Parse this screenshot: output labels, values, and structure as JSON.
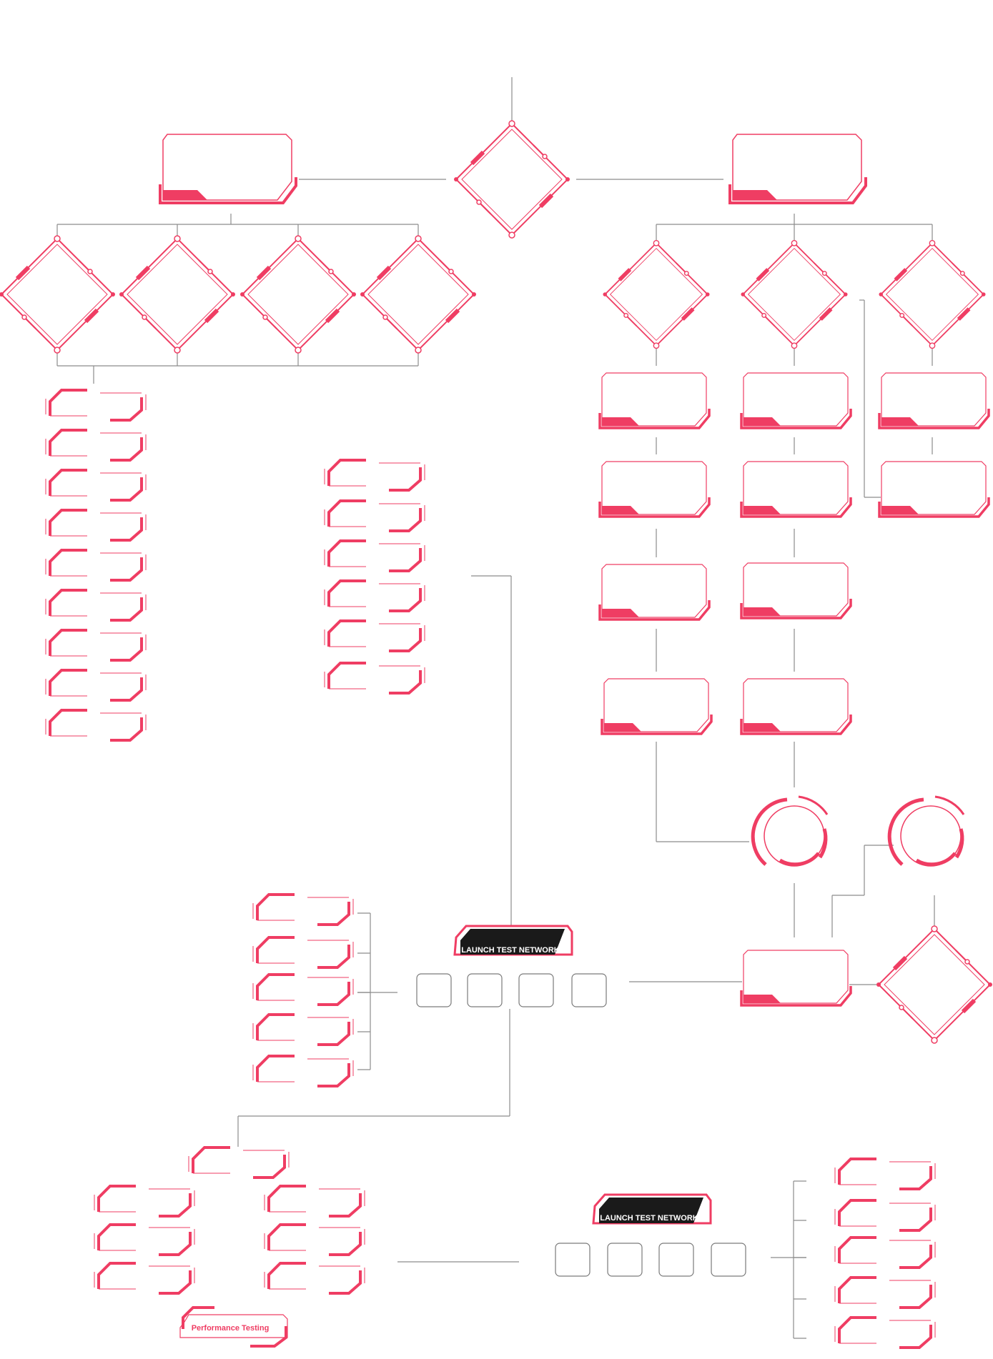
{
  "labels": {
    "launch_badge_top": "LAUNCH TEST NETWORK",
    "launch_badge_bottom": "LAUNCH TEST NETWORK",
    "performance_testing": "Performance Testing"
  },
  "colors": {
    "accent": "#ef3d63",
    "accent_light": "#f4879f",
    "connector": "#8c8c8c",
    "badge_bg": "#1a1a1a",
    "node_border": "#7a7a7a"
  }
}
